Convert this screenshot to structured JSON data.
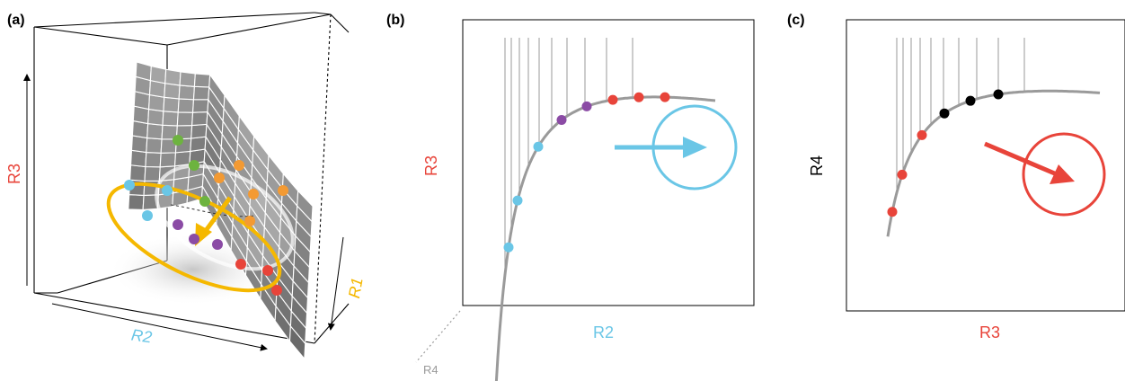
{
  "panels": [
    {
      "letter": "(a)",
      "axes": {
        "vertical": "R3",
        "horizontal": "R2",
        "depth": "R1"
      }
    },
    {
      "letter": "(b)",
      "axes": {
        "y": "R3",
        "x": "R2",
        "diag": "R4"
      }
    },
    {
      "letter": "(c)",
      "axes": {
        "y": "R4",
        "x": "R3"
      }
    }
  ],
  "colors": {
    "blue": "#6ac6e6",
    "purple": "#8b4ba5",
    "red": "#e8443a",
    "green": "#6db33f",
    "orange": "#f39a33",
    "black": "#000000",
    "gold": "#f5b800",
    "curve": "#9a9a9a",
    "grid": "#9a9a9a",
    "surface": "#8f8f8f"
  }
}
